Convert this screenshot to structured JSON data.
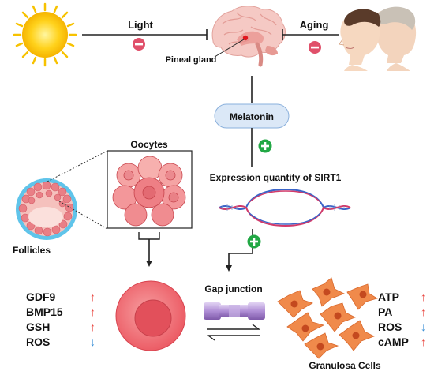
{
  "labels": {
    "light": "Light",
    "aging": "Aging",
    "pineal_gland": "Pineal gland",
    "melatonin": "Melatonin",
    "oocytes": "Oocytes",
    "expression": "Expression quantity of SIRT1",
    "follicles": "Follicles",
    "gap_junction": "Gap junction",
    "granulosa": "Granulosa Cells"
  },
  "oocyte_markers": [
    {
      "name": "GDF9",
      "arrow": "↑",
      "trend": "up"
    },
    {
      "name": "BMP15",
      "arrow": "↑",
      "trend": "up"
    },
    {
      "name": "GSH",
      "arrow": "↑",
      "trend": "up"
    },
    {
      "name": "ROS",
      "arrow": "↓",
      "trend": "down"
    }
  ],
  "granulosa_markers": [
    {
      "name": "ATP",
      "arrow": "↑",
      "trend": "up"
    },
    {
      "name": "PA",
      "arrow": "↑",
      "trend": "up"
    },
    {
      "name": "ROS",
      "arrow": "↓",
      "trend": "down"
    },
    {
      "name": "cAMP",
      "arrow": "↑",
      "trend": "up"
    }
  ],
  "signs": {
    "minus": "−",
    "plus": "+"
  },
  "colors": {
    "up_arrow": "#e8403a",
    "down_arrow": "#3a8fd6",
    "inhibit_sign": "#e0506a",
    "activate_sign": "#22a845",
    "melatonin_pill": "#dbe8f7",
    "oocyte_fill": "#f0656e",
    "granulosa_fill": "#f08a4b",
    "gap_junction": "#b79ad6",
    "sun": "#f7c200"
  },
  "icons": {
    "sun": "sun-icon",
    "brain": "brain-icon",
    "faces": "aging-faces-icon",
    "dna": "dna-helix-icon",
    "follicle": "follicle-icon"
  }
}
